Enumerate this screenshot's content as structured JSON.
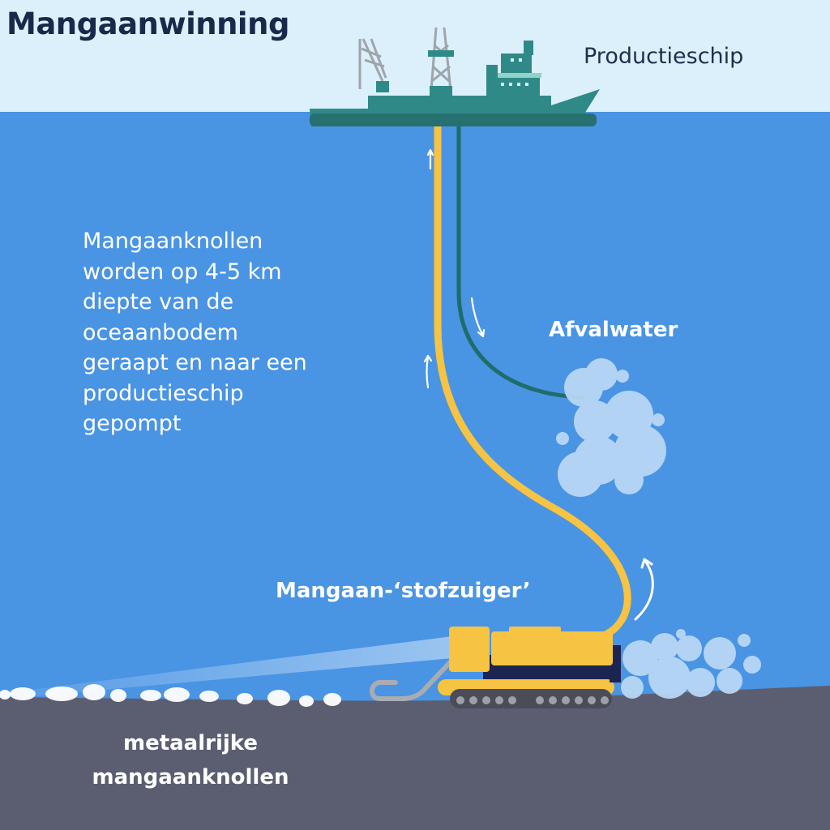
{
  "title": "Mangaanwinning",
  "labels": {
    "ship": "Productieschip",
    "description": "Mangaanknollen\nworden op 4-5 km\ndiepte van de\noceaanbodem\ngeraapt en naar een\nproductieschip\ngepompt",
    "wastewater": "Afvalwater",
    "vacuum": "Mangaan-‘stofzuiger’",
    "nodules": "metaalrijke\nmangaanknollen"
  },
  "colors": {
    "sky": "#dcf0fb",
    "ocean": "#4a94e4",
    "seabed": "#5b5e71",
    "ship_hull": "#2f8a87",
    "ship_dark": "#26706f",
    "riser_pipe": "#f6c342",
    "waste_pipe": "#1e6d6b",
    "collector": "#f6c342",
    "sediment_cloud": "#bcd9f6",
    "nodules": "#ffffff",
    "title_text": "#172a4a"
  },
  "icons": {
    "ship": "production-ship-icon",
    "collector": "seabed-collector-icon",
    "flow_arrow": "flow-arrow-icon",
    "cloud": "sediment-plume-icon"
  }
}
